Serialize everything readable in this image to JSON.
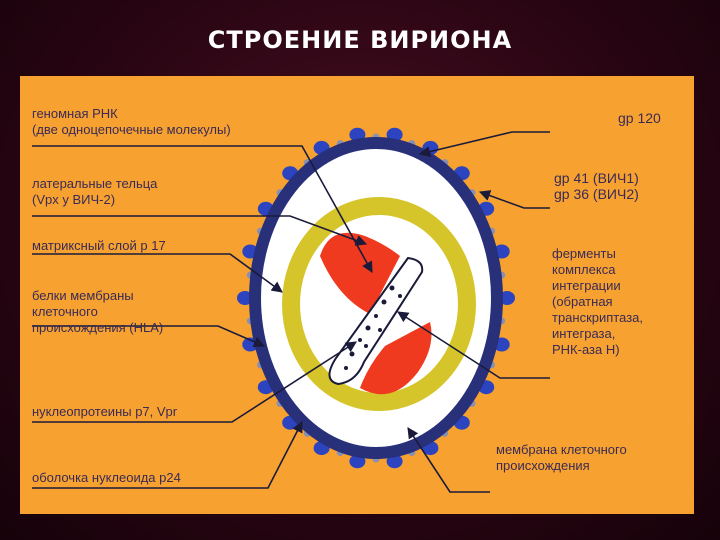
{
  "slide": {
    "title": "СТРОЕНИЕ ВИРИОНА"
  },
  "labels": {
    "genomic_rna": "геномная РНК\n(две одноцепочечные молекулы)",
    "lateral_bodies": "латеральные тельца\n(Vpx у ВИЧ-2)",
    "matrix_layer": "матриксный слой р 17",
    "host_membrane_proteins": "белки мембраны\nклеточного\nпроисхождения (HLA)",
    "nucleoproteins": "нуклеопротеины р7, Vpr",
    "nucleoid_shell": "оболочка нуклеоида р24",
    "gp120": "gp 120",
    "gp41_gp36": "gp 41 (ВИЧ1)\ngp 36 (ВИЧ2)",
    "integration_enzymes": "ферменты\nкомплекса\nинтеграции\n(обратная\nтранскриптаза,\nинтеграза,\nРНК-аза Н)",
    "host_membrane": "мембрана клеточного\nпроисхождения"
  },
  "colors": {
    "background": "#2a0513",
    "panel": "#f7a230",
    "label_text": "#3a2a55",
    "membrane": "#28307a",
    "spikes": "#2c44c0",
    "matrix_ring": "#d6c52a",
    "lateral_bodies": "#ef3a1f",
    "white": "#ffffff",
    "arrow": "#1a1a3a"
  }
}
